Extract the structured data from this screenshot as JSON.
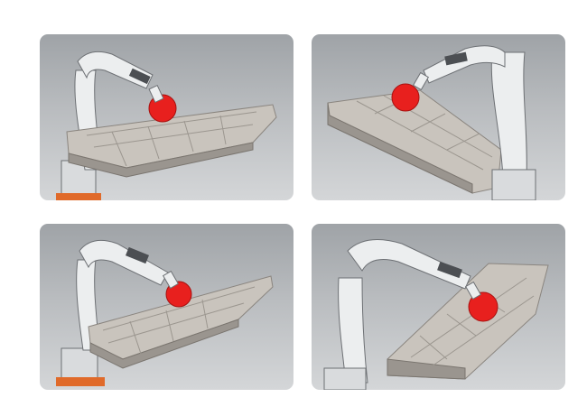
{
  "panels": [
    {
      "id": "view-top-left"
    },
    {
      "id": "view-top-right"
    },
    {
      "id": "view-bottom-left"
    },
    {
      "id": "view-bottom-right"
    }
  ],
  "colors": {
    "panel_bg_top": "#9fa3a7",
    "panel_bg_bottom": "#d4d6d8",
    "robot_body": "#eceeef",
    "robot_outline": "#6d7074",
    "tray_top": "#c9c4bd",
    "tray_side": "#9a958f",
    "tool_red": "#e8201e",
    "base_orange": "#e06a2a"
  },
  "icons": [
    "industrial-robot-arm",
    "red-grinding-tool",
    "segmented-tray"
  ]
}
